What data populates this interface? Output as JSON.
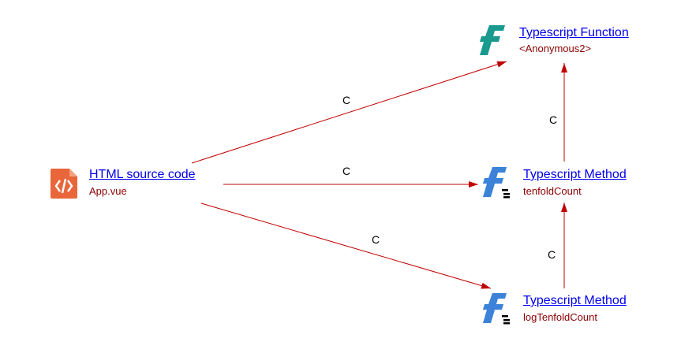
{
  "nodes": [
    {
      "id": "html",
      "title": "HTML source code",
      "subtitle": "App.vue",
      "icon": "html-file-icon"
    },
    {
      "id": "fn",
      "title": "Typescript Function",
      "subtitle": "<Anonymous2>",
      "icon": "function-icon"
    },
    {
      "id": "m1",
      "title": "Typescript Method",
      "subtitle": "tenfoldCount",
      "icon": "method-icon"
    },
    {
      "id": "m2",
      "title": "Typescript Method",
      "subtitle": "logTenfoldCount",
      "icon": "method-icon"
    }
  ],
  "edges": [
    {
      "from": "html",
      "to": "fn",
      "label": "C"
    },
    {
      "from": "html",
      "to": "m1",
      "label": "C"
    },
    {
      "from": "html",
      "to": "m2",
      "label": "C"
    },
    {
      "from": "m1",
      "to": "fn",
      "label": "C"
    },
    {
      "from": "m2",
      "to": "m1",
      "label": "C"
    }
  ],
  "colors": {
    "edge": "#c00000",
    "link": "#0000ee",
    "sub": "#8b0000",
    "html_icon": "#e8663a",
    "fn_icon": "#1a9a8f",
    "method_icon": "#3b82d8"
  }
}
